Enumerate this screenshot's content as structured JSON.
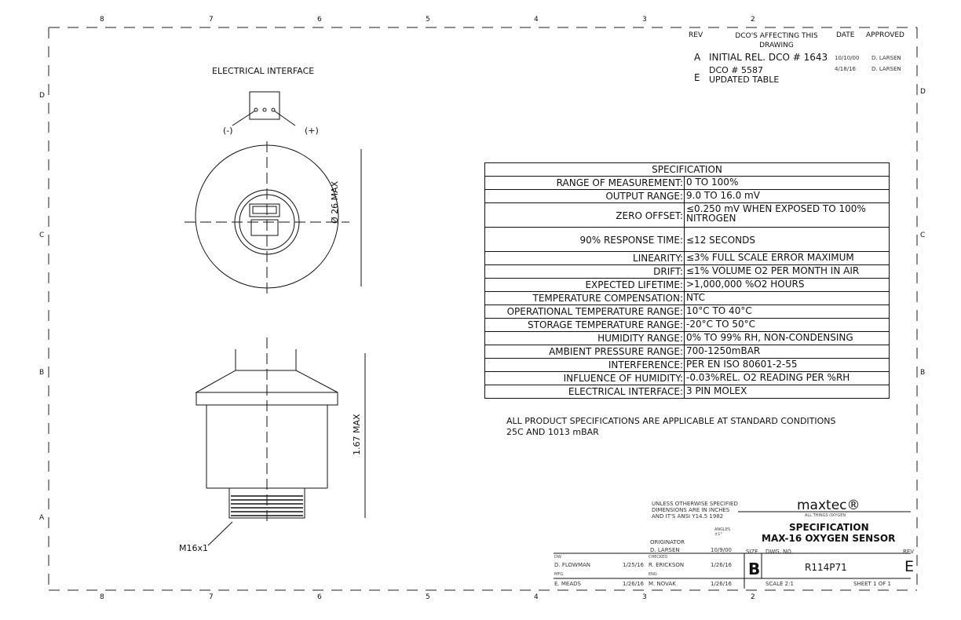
{
  "revision_block": {
    "headers": {
      "rev": "REV",
      "description": "DCO'S AFFECTING THIS DRAWING",
      "date": "DATE",
      "approved": "APPROVED"
    },
    "rows": [
      {
        "rev": "A",
        "description": "INITIAL REL. DCO # 1643",
        "date": "10/10/00",
        "approved": "D. LARSEN"
      },
      {
        "rev": "E",
        "description": "DCO # 5587 UPDATED TABLE",
        "date": "4/18/16",
        "approved": "D. LARSEN"
      }
    ]
  },
  "electrical_interface": {
    "title": "ELECTRICAL INTERFACE",
    "neg_label": "(-)",
    "pos_label": "(+)"
  },
  "dimensions": {
    "diameter": "Ø 26 MAX",
    "height": "1.67 MAX",
    "thread": "M16x1"
  },
  "spec_table": {
    "title": "SPECIFICATION",
    "rows": [
      {
        "label": "RANGE OF MEASUREMENT:",
        "value": "0 TO 100%"
      },
      {
        "label": "OUTPUT RANGE:",
        "value": "9.0 TO 16.0 mV"
      },
      {
        "label": "ZERO OFFSET:",
        "value": "≤0.250 mV WHEN EXPOSED TO 100% NITROGEN",
        "tall": 2
      },
      {
        "label": "90% RESPONSE TIME:",
        "value": "≤12 SECONDS",
        "tall": 2
      },
      {
        "label": "LINEARITY:",
        "value": "≤3% FULL SCALE ERROR MAXIMUM"
      },
      {
        "label": "DRIFT:",
        "value": "≤1% VOLUME O2 PER MONTH IN AIR"
      },
      {
        "label": "EXPECTED LIFETIME:",
        "value": ">1,000,000 %O2 HOURS"
      },
      {
        "label": "TEMPERATURE COMPENSATION:",
        "value": "NTC"
      },
      {
        "label": "OPERATIONAL TEMPERATURE RANGE:",
        "value": "10°C TO 40°C"
      },
      {
        "label": "STORAGE TEMPERATURE RANGE:",
        "value": "-20°C TO 50°C"
      },
      {
        "label": "HUMIDITY RANGE:",
        "value": "0% TO 99% RH, NON-CONDENSING"
      },
      {
        "label": "AMBIENT PRESSURE RANGE:",
        "value": "700-1250mBAR"
      },
      {
        "label": "INTERFERENCE:",
        "value": "PER EN ISO 80601-2-55"
      },
      {
        "label": "INFLUENCE OF HUMIDITY:",
        "value": "-0.03%REL. O2 READING PER %RH"
      },
      {
        "label": "ELECTRICAL INTERFACE:",
        "value": "3 PIN MOLEX"
      }
    ]
  },
  "note": {
    "line1": "ALL PRODUCT SPECIFICATIONS ARE APPLICABLE AT STANDARD CONDITIONS",
    "line2": "25C AND 1013 mBAR"
  },
  "title_block": {
    "tolerance_note": [
      "UNLESS OTHERWISE SPECIFIED",
      "DIMENSIONS ARE IN INCHES",
      "AND IT'S ANSI Y14.5 1982"
    ],
    "angles": "ANGLES ±1°",
    "originator_label": "ORIGINATOR",
    "originator": "D. LARSEN",
    "originator_date": "10/9/00",
    "drawn_label": "DW",
    "drawn": "D. FLOWMAN",
    "drawn_date": "1/25/16",
    "checked_label": "CHECKED",
    "checked": "R. ERICKSON",
    "checked_date": "1/26/16",
    "mfg_label": "MFG",
    "mfg": "E. MEADS",
    "mfg_date": "1/26/16",
    "eng_label": "ENG",
    "eng": "M. NOVAK",
    "eng_date": "1/26/16",
    "company": "maxtec®",
    "company_sub": "ALL THINGS OXYGEN",
    "title1": "SPECIFICATION",
    "title2": "MAX-16 OXYGEN SENSOR",
    "size_label": "SIZE",
    "size": "B",
    "dwg_label": "DWG. NO.",
    "dwg": "R114P71",
    "rev_label": "REV",
    "rev": "E",
    "scale": "SCALE 2:1",
    "sheet": "SHEET 1 OF 1"
  },
  "zones": {
    "top": [
      "8",
      "7",
      "6",
      "5",
      "4",
      "3",
      "2"
    ],
    "bottom": [
      "8",
      "7",
      "6",
      "5",
      "4",
      "3",
      "2"
    ],
    "side": [
      "D",
      "C",
      "B",
      "A"
    ]
  }
}
